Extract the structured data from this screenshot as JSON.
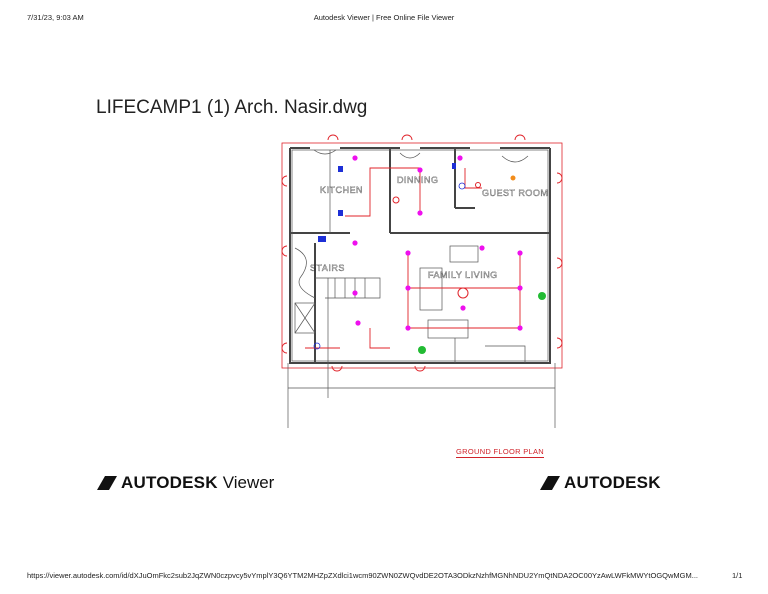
{
  "header": {
    "datetime": "7/31/23, 9:03 AM",
    "page_title": "Autodesk Viewer | Free Online File Viewer"
  },
  "document": {
    "title": "LIFECAMP1 (1) Arch. Nasir.dwg"
  },
  "plan": {
    "caption": "GROUND FLOOR PLAN",
    "rooms": {
      "kitchen": "KITCHEN",
      "dinning": "DINNING",
      "guest_room": "GUEST ROOM",
      "stairs": "STAIRS",
      "family_living": "FAMILY LIVING"
    },
    "colors": {
      "walls": "#444444",
      "wiring": "#e0232a",
      "fixture": "#ee10ee",
      "switch": "#1d2fd6",
      "socket": "#22bb33"
    }
  },
  "brand": {
    "left_bold": "AUTODESK",
    "left_light": "Viewer",
    "right_bold": "AUTODESK"
  },
  "footer": {
    "url": "https://viewer.autodesk.com/id/dXJuOmFkc2sub2JqZWN0czpvcy5vYmplY3Q6YTM2MHZpZXdlci1wcm90ZWN0ZWQvdDE2OTA3ODkzNzhfMGNhNDU2YmQtNDA2OC00YzAwLWFkMWYtOGQwMGM...",
    "page": "1/1"
  }
}
